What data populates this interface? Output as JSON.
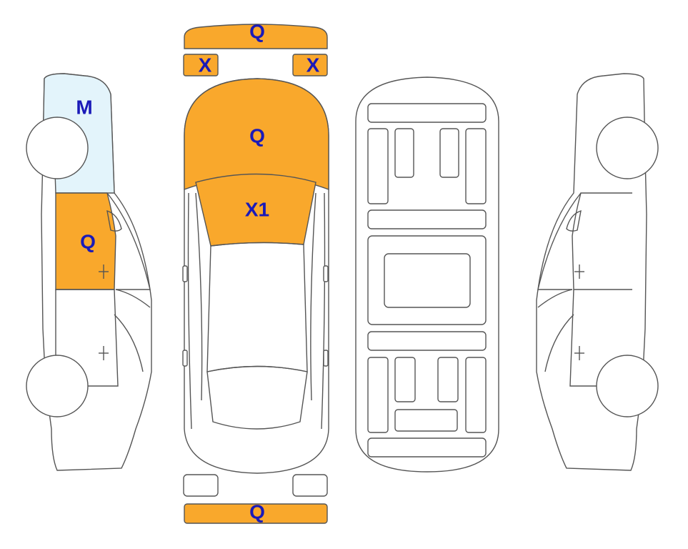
{
  "colors": {
    "damage_fill": "#F9A82C",
    "light_blue_fill": "#E3F4FB",
    "label_color": "#1A1AB8",
    "outline": "#555555"
  },
  "labels": {
    "front_bumper_top": "Q",
    "left_light": "X",
    "right_light": "X",
    "hood": "Q",
    "windshield": "X1",
    "rear_bumper": "Q",
    "left_side_front_fender": "M",
    "left_side_front_door": "Q"
  }
}
